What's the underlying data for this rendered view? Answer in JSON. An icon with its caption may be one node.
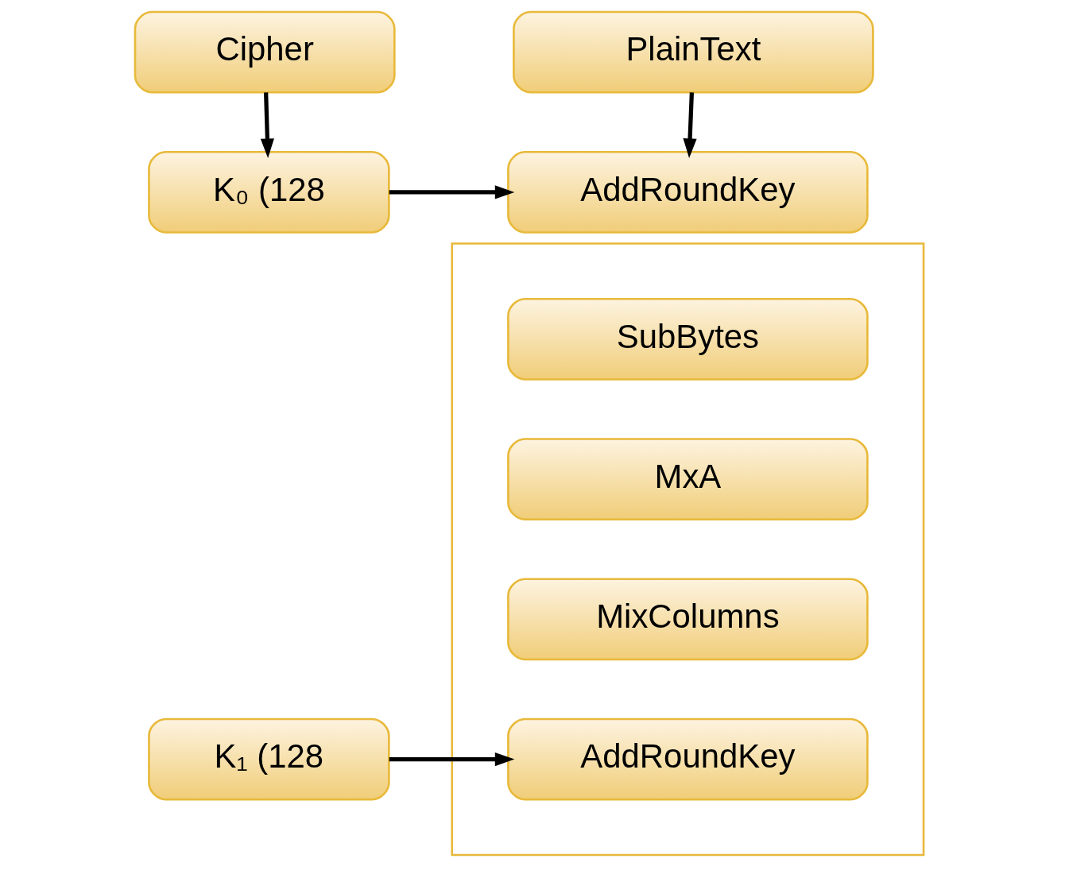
{
  "diagram": {
    "nodes": [
      {
        "text": [
          "Cipher"
        ]
      },
      {
        "text": [
          "PlainText"
        ]
      },
      {
        "text": [
          "K₀ (128"
        ]
      },
      {
        "text": [
          "AddRoundKey"
        ]
      },
      {
        "text": [],
        "shape": "box"
      },
      {
        "text": [
          "SubBytes"
        ],
        "in": 4
      },
      {
        "text": [
          "MxA"
        ],
        "in": 4
      },
      {
        "text": [
          "MixColumns"
        ],
        "in": 4
      },
      {
        "text": [
          "AddRoundKey"
        ],
        "in": 4
      },
      {
        "text": [
          "K₁ (128"
        ]
      }
    ],
    "edges": [
      {
        "from": 0,
        "to": 2,
        "arrow": "to"
      },
      {
        "from": 1,
        "to": 3,
        "arrow": "to"
      },
      {
        "from": 2,
        "to": 3,
        "arrow": "to"
      },
      {
        "from": 9,
        "to": 8,
        "arrow": "to"
      }
    ]
  }
}
